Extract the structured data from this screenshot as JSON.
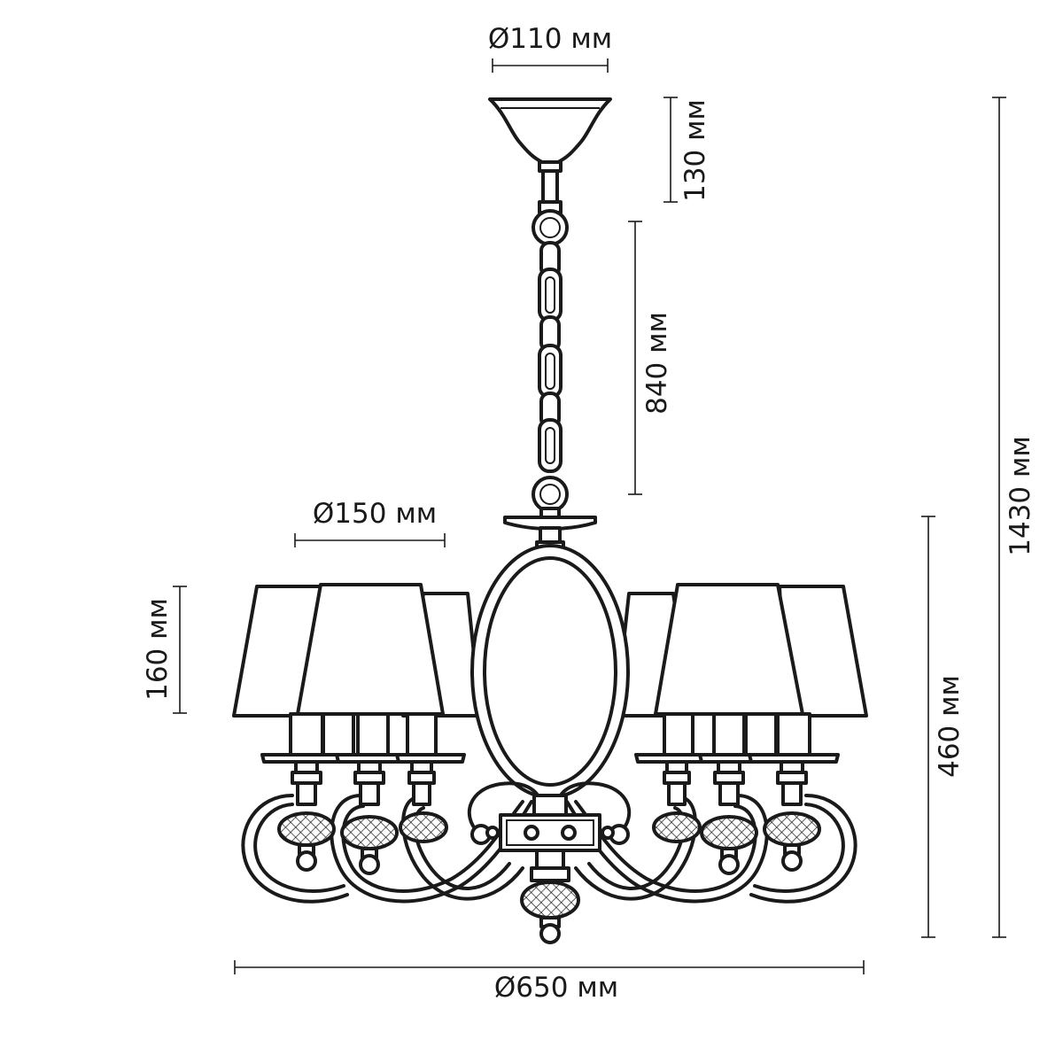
{
  "diagram": {
    "dimensions": {
      "canopy_diameter": "Ø110 мм",
      "canopy_height": "130 мм",
      "chain_length": "840 мм",
      "total_height": "1430 мм",
      "shade_diameter": "Ø150 мм",
      "shade_height": "160 мм",
      "body_height": "460 мм",
      "total_diameter": "Ø650 мм"
    },
    "colors": {
      "line": "#1a1a1a",
      "background": "#ffffff"
    }
  }
}
